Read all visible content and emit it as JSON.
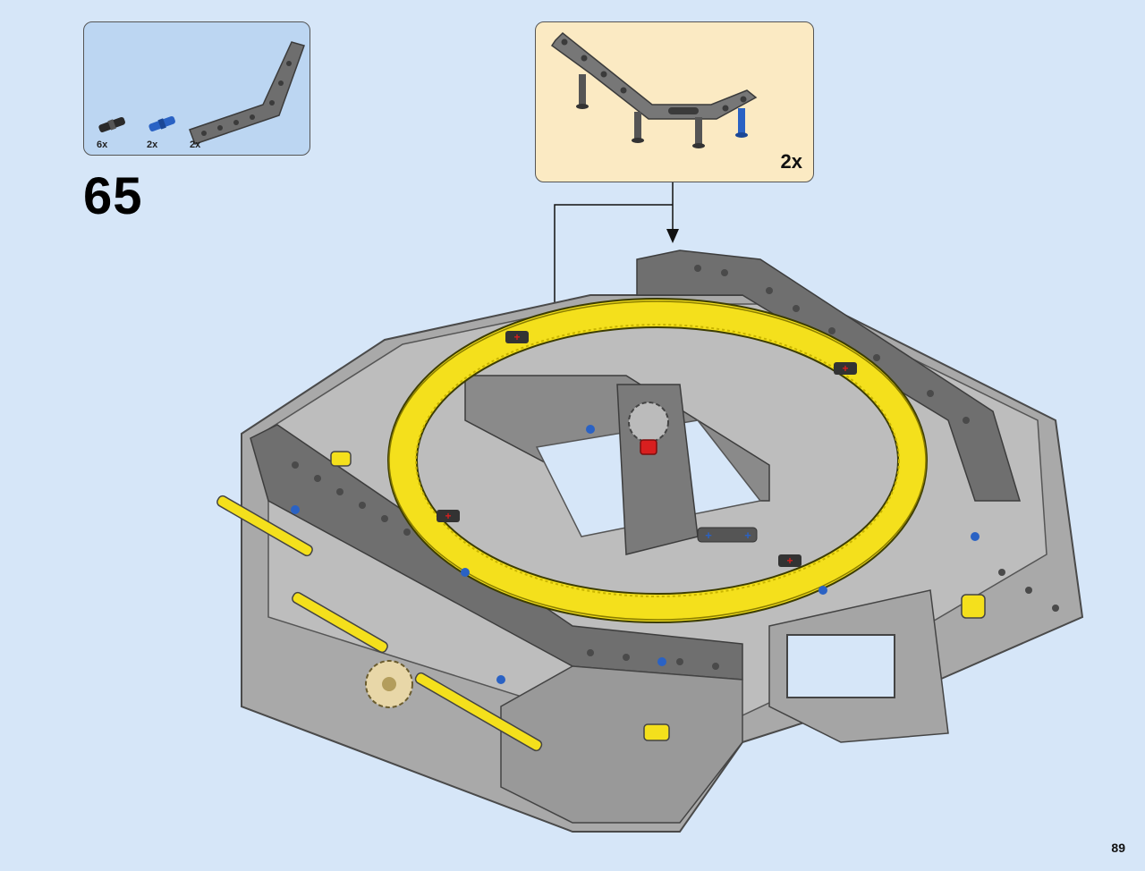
{
  "step": {
    "number": "65"
  },
  "parts_list": {
    "items": [
      {
        "name": "black-friction-pin-icon",
        "qty": "6x"
      },
      {
        "name": "blue-axle-pin-icon",
        "qty": "2x"
      },
      {
        "name": "dark-gray-bent-beam-icon",
        "qty": "2x"
      }
    ]
  },
  "callout": {
    "qty": "2x"
  },
  "colors": {
    "background": "#d6e6f8",
    "parts_box": "#bcd6f2",
    "callout_box": "#fbeac3",
    "turntable_yellow": "#f4e01c",
    "beam_light_gray": "#b8b8b8",
    "beam_dark_gray": "#6e6e6e",
    "pin_blue": "#2a62c4",
    "pin_red": "#d81f1f"
  },
  "page": {
    "number": "89"
  }
}
